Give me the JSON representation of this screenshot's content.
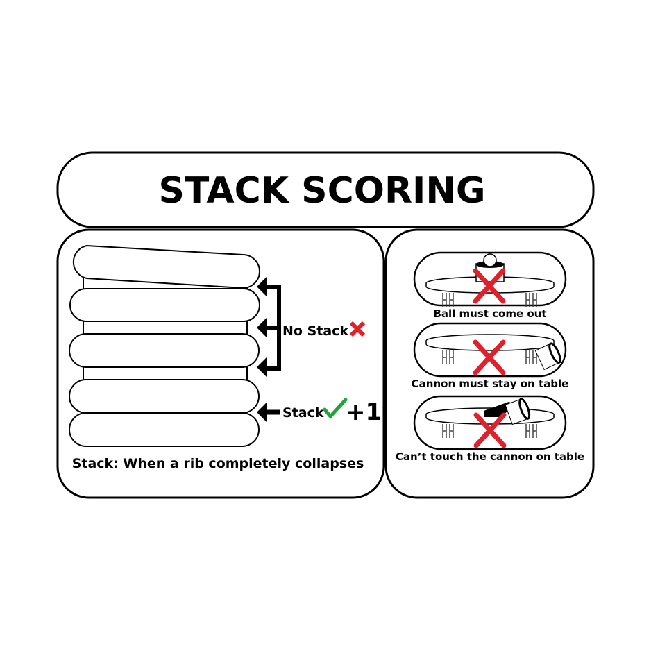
{
  "title": "STACK SCORING",
  "left_panel": {
    "no_stack_label": "No Stack",
    "stack_label": "Stack",
    "points_label": "+1",
    "definition": "Stack: When a rib completely collapses"
  },
  "right_panel": {
    "rules": [
      {
        "label": "Ball must come out"
      },
      {
        "label": "Cannon must stay on table"
      },
      {
        "label": "Can’t touch the cannon on table"
      }
    ]
  },
  "colors": {
    "cross": "#e0202a",
    "check": "#22a33a",
    "stroke": "#000000"
  }
}
